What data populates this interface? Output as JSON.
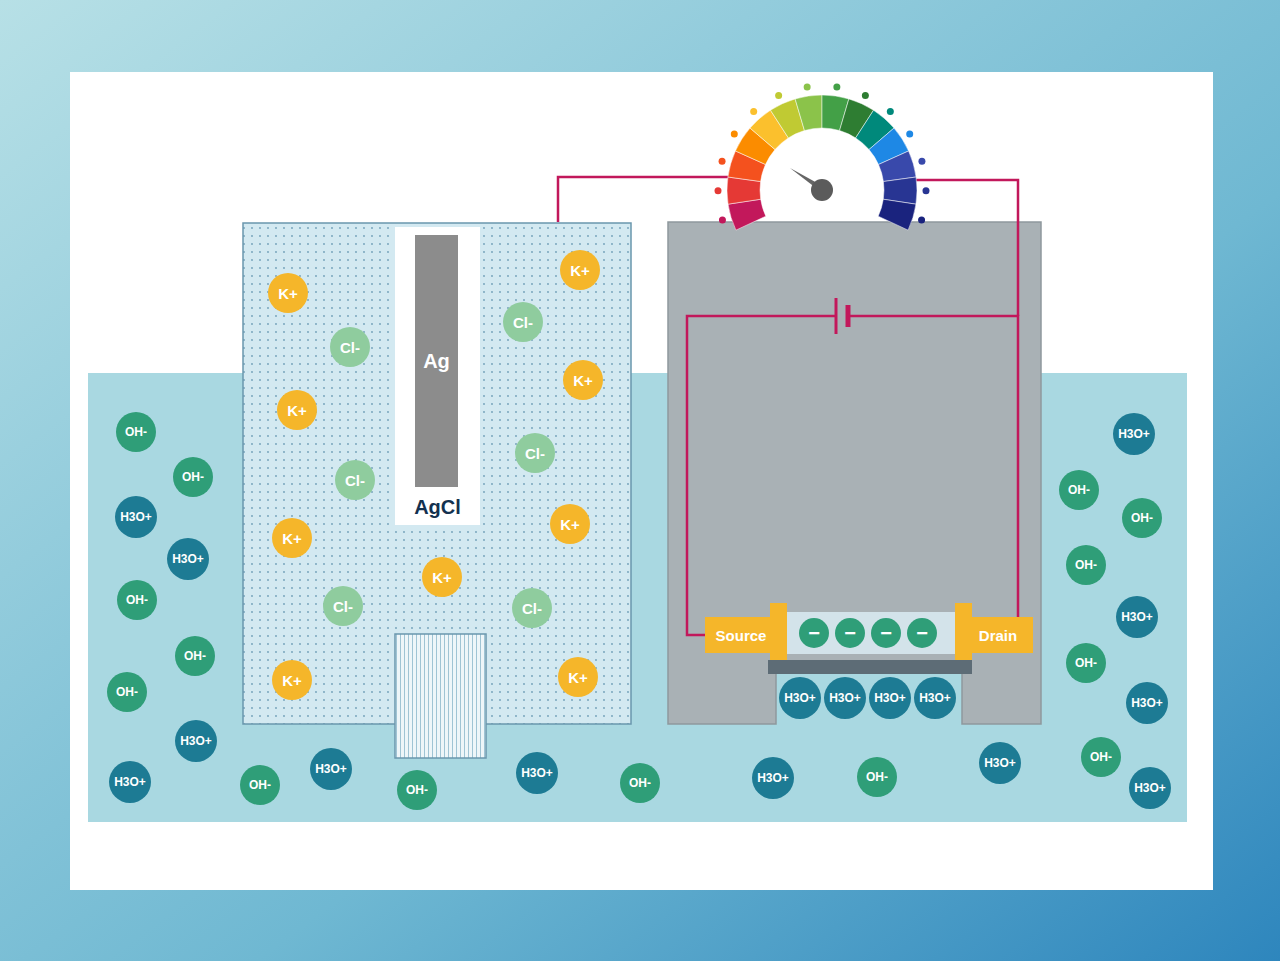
{
  "diagram": {
    "nodes": [
      {
        "text": [
          "AgCl"
        ]
      },
      {
        "text": [
          "Ag"
        ],
        "in": 0
      },
      {
        "text": [
          "Source"
        ]
      },
      {
        "text": [
          "Drain"
        ]
      },
      {
        "text": [
          "K+"
        ]
      },
      {
        "text": [
          "K+"
        ]
      },
      {
        "text": [
          "K+"
        ]
      },
      {
        "text": [
          "K+"
        ]
      },
      {
        "text": [
          "K+"
        ]
      },
      {
        "text": [
          "K+"
        ]
      },
      {
        "text": [
          "K+"
        ]
      },
      {
        "text": [
          "K+"
        ]
      },
      {
        "text": [
          "K+"
        ]
      },
      {
        "text": [
          "Cl-"
        ]
      },
      {
        "text": [
          "Cl-"
        ]
      },
      {
        "text": [
          "Cl-"
        ]
      },
      {
        "text": [
          "Cl-"
        ]
      },
      {
        "text": [
          "Cl-"
        ]
      },
      {
        "text": [
          "Cl-"
        ]
      },
      {
        "text": [
          "OH-"
        ]
      },
      {
        "text": [
          "OH-"
        ]
      },
      {
        "text": [
          "OH-"
        ]
      },
      {
        "text": [
          "OH-"
        ]
      },
      {
        "text": [
          "OH-"
        ]
      },
      {
        "text": [
          "OH-"
        ]
      },
      {
        "text": [
          "OH-"
        ]
      },
      {
        "text": [
          "OH-"
        ]
      },
      {
        "text": [
          "OH-"
        ]
      },
      {
        "text": [
          "OH-"
        ]
      },
      {
        "text": [
          "OH-"
        ]
      },
      {
        "text": [
          "OH-"
        ]
      },
      {
        "text": [
          "OH-"
        ]
      },
      {
        "text": [
          "OH-"
        ]
      },
      {
        "text": [
          "H3O+"
        ]
      },
      {
        "text": [
          "H3O+"
        ]
      },
      {
        "text": [
          "H3O+"
        ]
      },
      {
        "text": [
          "H3O+"
        ]
      },
      {
        "text": [
          "H3O+"
        ]
      },
      {
        "text": [
          "H3O+"
        ]
      },
      {
        "text": [
          "H3O+"
        ]
      },
      {
        "text": [
          "H3O+"
        ]
      },
      {
        "text": [
          "H3O+"
        ]
      },
      {
        "text": [
          "H3O+"
        ]
      },
      {
        "text": [
          "H3O+"
        ]
      },
      {
        "text": [
          "H3O+"
        ]
      },
      {
        "text": [
          "H3O+"
        ]
      },
      {
        "text": [
          "H3O+"
        ]
      },
      {
        "text": [
          "H3O+"
        ]
      },
      {
        "text": [
          "H3O+"
        ]
      },
      {
        "text": [
          "−"
        ]
      },
      {
        "text": [
          "−"
        ]
      },
      {
        "text": [
          "−"
        ]
      },
      {
        "text": [
          "−"
        ]
      }
    ],
    "edges": [
      {
        "from": 2,
        "to": 3,
        "arrow": "none"
      }
    ]
  }
}
